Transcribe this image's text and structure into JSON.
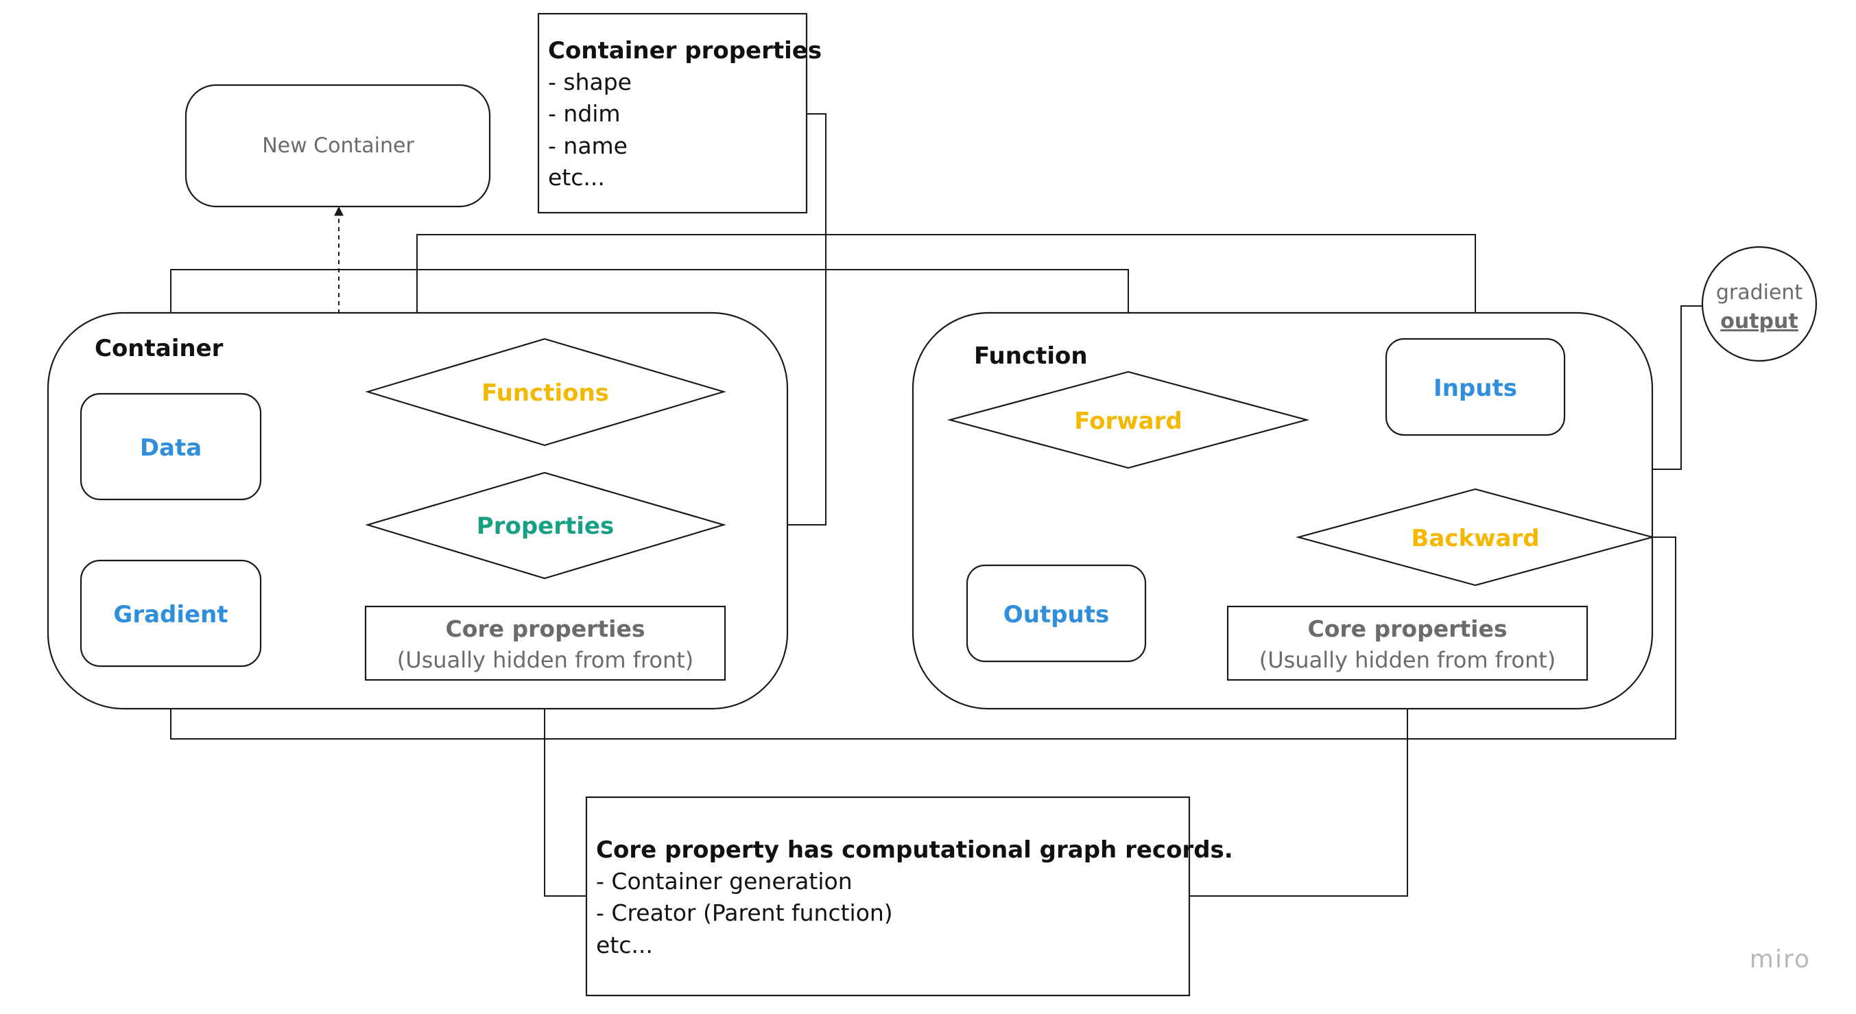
{
  "container": {
    "title": "Container",
    "data_label": "Data",
    "gradient_label": "Gradient",
    "functions_label": "Functions",
    "properties_label": "Properties",
    "core_title": "Core properties",
    "core_subtitle": "(Usually hidden from front)"
  },
  "new_container": {
    "label": "New Container"
  },
  "container_properties_note": {
    "title": "Container properties",
    "lines": [
      "- shape",
      "- ndim",
      "- name",
      "etc..."
    ]
  },
  "function": {
    "title": "Function",
    "forward_label": "Forward",
    "backward_label": "Backward",
    "inputs_label": "Inputs",
    "outputs_label": "Outputs",
    "core_title": "Core properties",
    "core_subtitle": "(Usually hidden from front)"
  },
  "gradient_output": {
    "line1": "gradient",
    "line2": "output"
  },
  "core_note": {
    "title": "Core property has computational graph records.",
    "lines": [
      "- Container generation",
      "- Creator (Parent function)",
      "etc..."
    ]
  },
  "watermark": "miro",
  "colors": {
    "label_blue": "#2f8fdd",
    "label_yellow": "#f5b800",
    "label_green": "#17a085",
    "muted_grey": "#6b6b6b"
  }
}
